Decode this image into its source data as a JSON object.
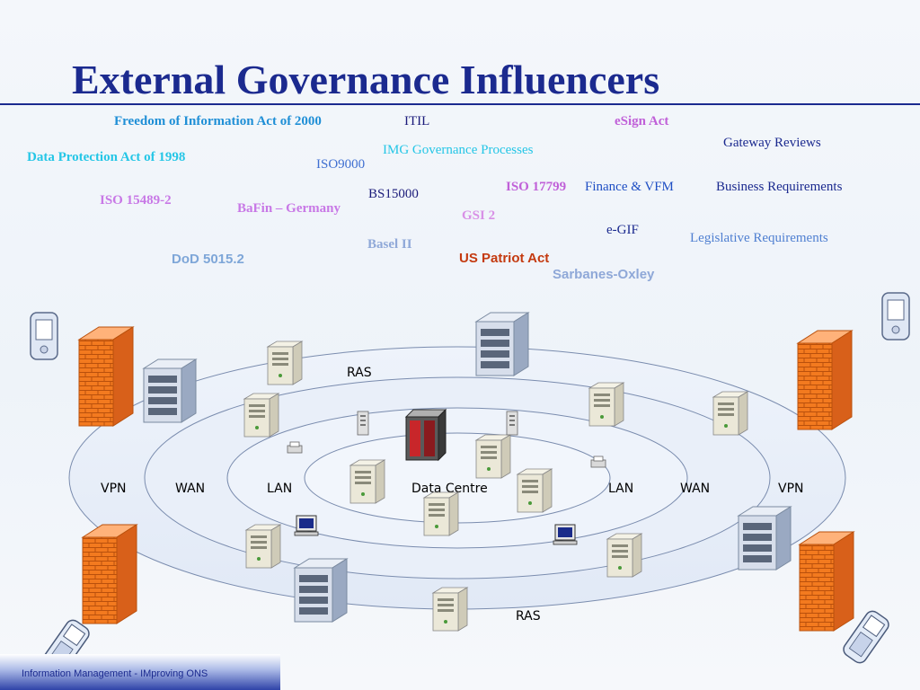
{
  "title": "External Governance Influencers",
  "influencers": [
    {
      "text": "Freedom of Information Act of 2000",
      "color": "#1f8fd6"
    },
    {
      "text": "ITIL",
      "color": "#1b1b7a"
    },
    {
      "text": "eSign Act",
      "color": "#c060d8"
    },
    {
      "text": "Gateway Reviews",
      "color": "#1b2a8f"
    },
    {
      "text": "Data Protection Act of 1998",
      "color": "#25c6e6"
    },
    {
      "text": "IMG Governance Processes",
      "color": "#25c6e6"
    },
    {
      "text": "ISO9000",
      "color": "#3f6fd1"
    },
    {
      "text": "ISO 17799",
      "color": "#c060d8"
    },
    {
      "text": "Finance & VFM",
      "color": "#1f4fc4"
    },
    {
      "text": "Business Requirements",
      "color": "#1b2a8f"
    },
    {
      "text": "BS15000",
      "color": "#1b1b7a"
    },
    {
      "text": "ISO 15489-2",
      "color": "#c878e6"
    },
    {
      "text": "BaFin – Germany",
      "color": "#c878e6"
    },
    {
      "text": "GSI 2",
      "color": "#d890e6"
    },
    {
      "text": "e-GIF",
      "color": "#1b2a8f"
    },
    {
      "text": "Legislative Requirements",
      "color": "#4f7fd1"
    },
    {
      "text": "Basel II",
      "color": "#8fa8d8"
    },
    {
      "text": "DoD 5015.2",
      "color": "#7ea6d8"
    },
    {
      "text": "US Patriot Act",
      "color": "#c43a10"
    },
    {
      "text": "Sarbanes-Oxley",
      "color": "#8fa8d8"
    }
  ],
  "network": {
    "ring_labels": {
      "vpn_left": "VPN",
      "wan_left": "WAN",
      "lan_left": "LAN",
      "centre": "Data Centre",
      "lan_right": "LAN",
      "wan_right": "WAN",
      "vpn_right": "VPN",
      "ras_top": "RAS",
      "ras_bottom": "RAS"
    }
  },
  "footer": {
    "text": "Information Management  - IMproving ONS"
  }
}
